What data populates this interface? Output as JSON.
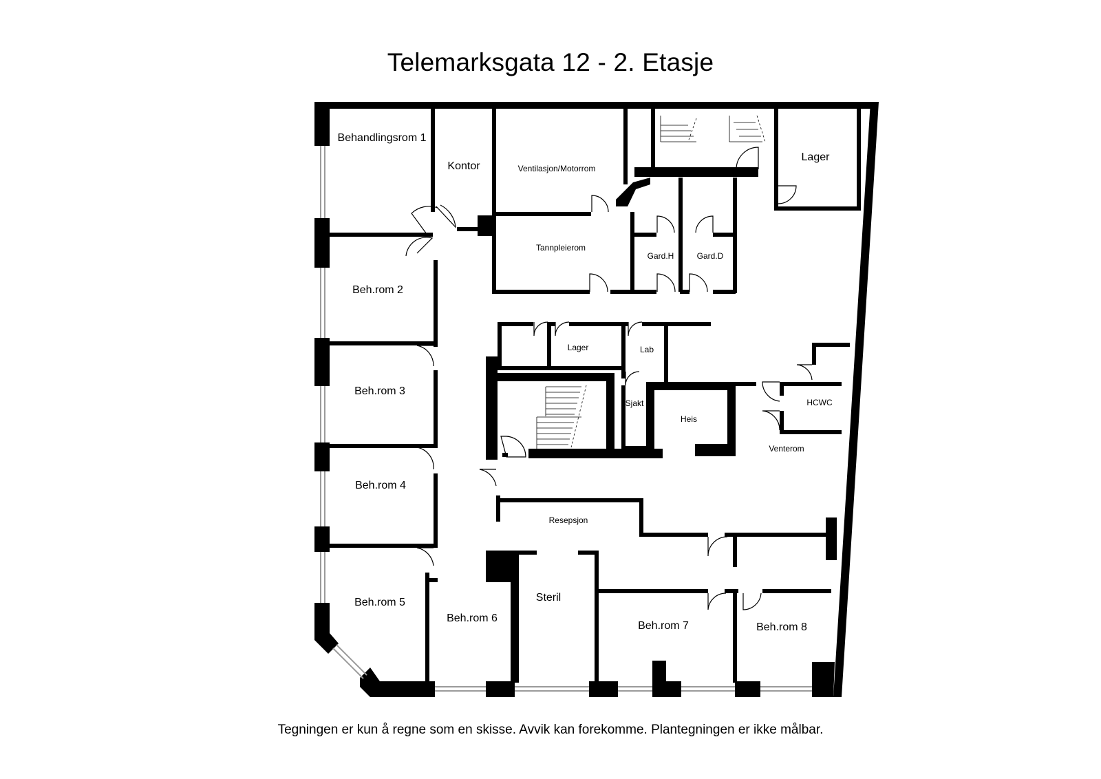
{
  "title": "Telemarksgata 12 - 2. Etasje",
  "footer": "Tegningen er kun å regne som en skisse. Avvik kan forekomme. Plantegningen er ikke målbar.",
  "rooms": {
    "behandlingsrom1": "Behandlingsrom 1",
    "kontor": "Kontor",
    "ventilasjon": "Ventilasjon/Motorrom",
    "lager_top": "Lager",
    "tannpleierom": "Tannpleierom",
    "gard_h": "Gard.H",
    "gard_d": "Gard.D",
    "beh2": "Beh.rom 2",
    "beh3": "Beh.rom 3",
    "beh4": "Beh.rom 4",
    "beh5": "Beh.rom 5",
    "beh6": "Beh.rom 6",
    "steril": "Steril",
    "beh7": "Beh.rom 7",
    "beh8": "Beh.rom 8",
    "lager_mid": "Lager",
    "lab": "Lab",
    "sjakt": "Sjakt",
    "heis": "Heis",
    "hcwc": "HCWC",
    "venterom": "Venterom",
    "resepsjon": "Resepsjon"
  },
  "colors": {
    "wall": "#000000",
    "window": "#9a9a9a",
    "background": "#ffffff"
  }
}
